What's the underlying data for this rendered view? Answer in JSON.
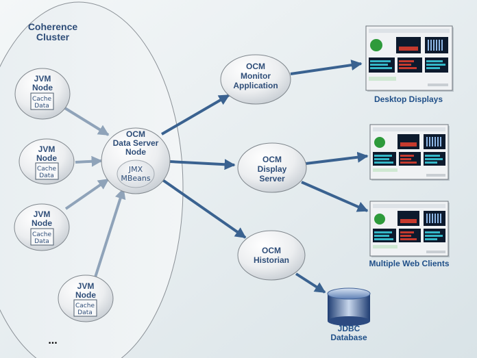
{
  "cluster": {
    "title_line1": "Coherence",
    "title_line2": "Cluster",
    "ellipsis": "..."
  },
  "jvm_nodes": [
    {
      "line1": "JVM",
      "line2": "Node",
      "cache_line1": "Cache",
      "cache_line2": "Data"
    },
    {
      "line1": "JVM",
      "line2": "Node",
      "cache_line1": "Cache",
      "cache_line2": "Data"
    },
    {
      "line1": "JVM",
      "line2": "Node",
      "cache_line1": "Cache",
      "cache_line2": "Data"
    },
    {
      "line1": "JVM",
      "line2": "Node",
      "cache_line1": "Cache",
      "cache_line2": "Data"
    }
  ],
  "data_server": {
    "line1": "OCM",
    "line2": "Data Server",
    "line3": "Node",
    "jmx_line1": "JMX",
    "jmx_line2": "MBeans"
  },
  "monitor_app": {
    "line1": "OCM",
    "line2": "Monitor",
    "line3": "Application"
  },
  "display_server": {
    "line1": "OCM",
    "line2": "Display",
    "line3": "Server"
  },
  "historian": {
    "line1": "OCM",
    "line2": "Historian"
  },
  "captions": {
    "desktop": "Desktop Displays",
    "web": "Multiple Web Clients",
    "jdbc_line1": "JDBC",
    "jdbc_line2": "Database"
  },
  "colors": {
    "arrow_dark": "#3a6290",
    "arrow_light": "#8fa3b9",
    "node_fill_light": "#ffffff",
    "node_fill_dark": "#d2d7dc",
    "text": "#2e4d78"
  }
}
